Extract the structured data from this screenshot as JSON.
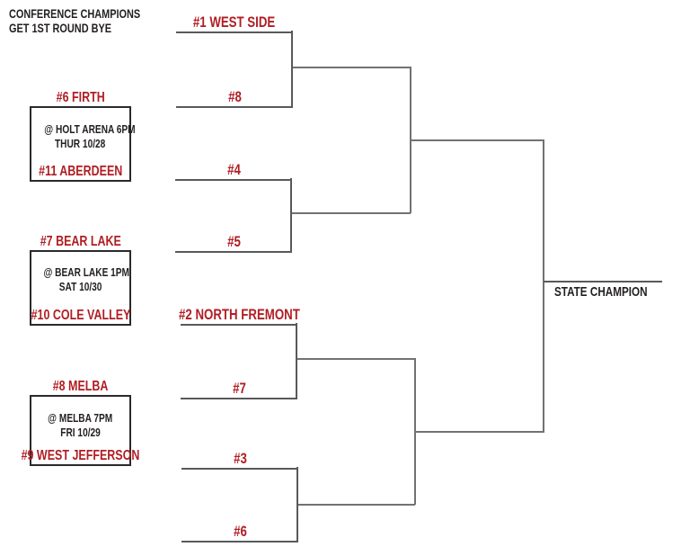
{
  "header_note": {
    "line1": "CONFERENCE CHAMPIONS",
    "line2": "GET 1ST ROUND BYE"
  },
  "playin_games": [
    {
      "higher_seed": "#6 FIRTH",
      "venue": "@ HOLT ARENA 6PM",
      "day": "THUR 10/28",
      "lower_seed": "#11 ABERDEEN"
    },
    {
      "higher_seed": "#7 BEAR LAKE",
      "venue": "@ BEAR LAKE 1PM",
      "day": "SAT 10/30",
      "lower_seed": "#10 COLE VALLEY"
    },
    {
      "higher_seed": "#8 MELBA",
      "venue": "@ MELBA 7PM",
      "day": "FRI 10/29",
      "lower_seed": "#9 WEST JEFFERSON"
    }
  ],
  "bracket": {
    "round1_slots": [
      "#1 WEST SIDE",
      "#8",
      "#4",
      "#5",
      "#2 NORTH FREMONT",
      "#7",
      "#3",
      "#6"
    ],
    "champion_label": "STATE CHAMPION"
  },
  "colors": {
    "seed_red": "#B01E24",
    "ink_black": "#231F20",
    "slot_line": "#58595B",
    "connector_line": "#717275",
    "box_border": "#2A2A2C"
  }
}
